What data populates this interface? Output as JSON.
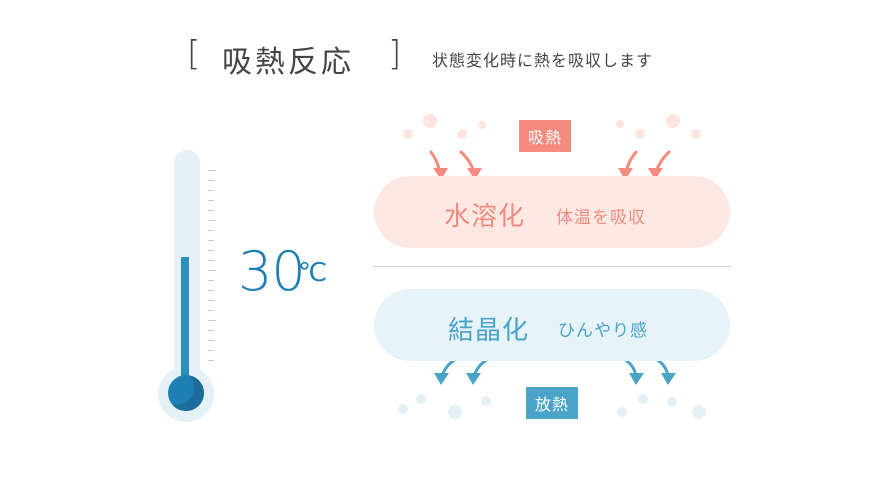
{
  "header": {
    "bracket_open": "[",
    "title": "吸熱反応",
    "bracket_close": "]",
    "subtitle": "状態変化時に熱を吸収します"
  },
  "thermometer": {
    "temperature_value": "30",
    "temperature_unit": "℃",
    "fill_level_percent": 58
  },
  "upper_panel": {
    "badge": "吸熱",
    "main_label": "水溶化",
    "sub_label": "体温を吸収",
    "color": "#f58a7e"
  },
  "lower_panel": {
    "badge": "放熱",
    "main_label": "結晶化",
    "sub_label": "ひんやり感",
    "color": "#4aa3c8"
  },
  "colors": {
    "thermometer_accent": "#1e7fb3",
    "hot_pill_bg": "#fde8e3",
    "cold_pill_bg": "#e6f3f8"
  }
}
